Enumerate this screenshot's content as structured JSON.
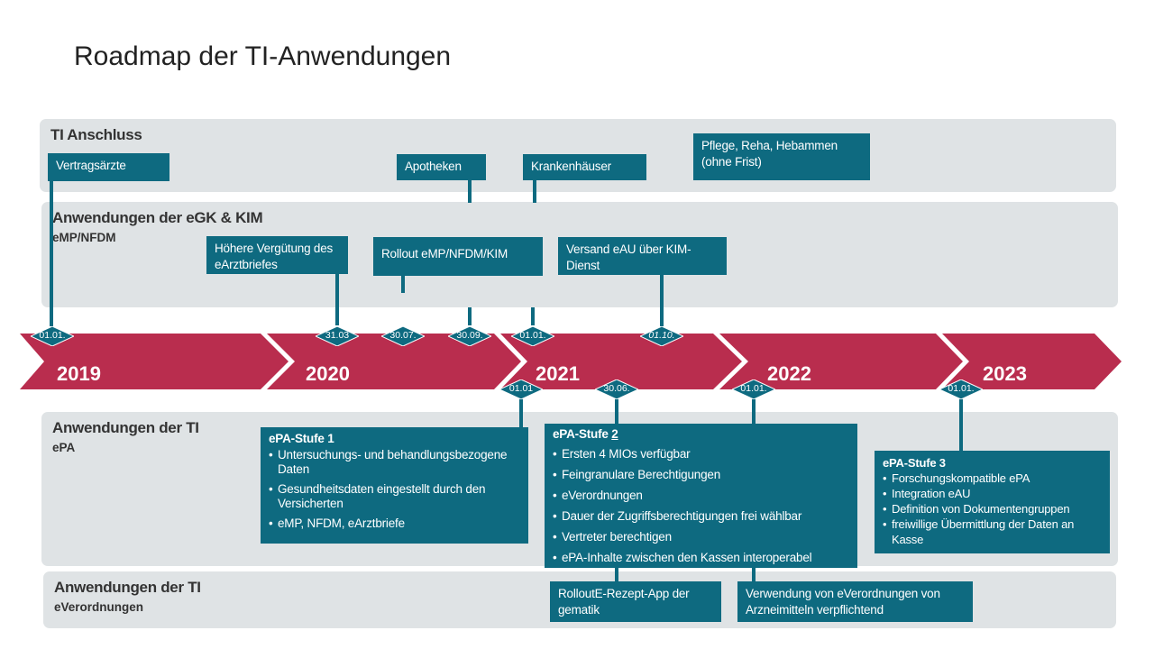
{
  "title": "Roadmap der TI-Anwendungen",
  "colors": {
    "teal": "#0e6a80",
    "crimson": "#b92d4e",
    "panel": "#dfe3e5"
  },
  "lanes": {
    "ti_anschluss": {
      "title": "TI Anschluss",
      "items": [
        "Vertragsärzte",
        "Apotheken",
        "Krankenhäuser",
        "Pflege, Reha, Hebammen (ohne Frist)"
      ]
    },
    "egk_kim": {
      "title": "Anwendungen der eGK & KIM",
      "subtitle": "eMP/NFDM",
      "items": [
        "Höhere Vergütung des eArztbriefes",
        "Rollout eMP/NFDM/KIM",
        "Versand eAU über KIM-Dienst"
      ]
    },
    "ti_epa": {
      "title": "Anwendungen der TI",
      "subtitle": "ePA",
      "stufe1": {
        "title": "ePA-Stufe 1",
        "items": [
          "Untersuchungs- und behandlungsbezogene Daten",
          "Gesundheitsdaten eingestellt durch den Versicherten",
          "eMP, NFDM, eArztbriefe"
        ]
      },
      "stufe2": {
        "title": "ePA-Stufe ",
        "title_num": "2",
        "items": [
          "Ersten 4  MIOs verfügbar",
          "Feingranulare Berechtigungen",
          "eVerordnungen",
          "Dauer der Zugriffsberechtigungen frei wählbar",
          "Vertreter berechtigen",
          "ePA-Inhalte  zwischen den Kassen interoperabel"
        ]
      },
      "stufe3": {
        "title": "ePA-Stufe 3",
        "items": [
          "Forschungskompatible ePA",
          "Integration eAU",
          "Definition von Dokumentengruppen",
          "freiwillige Übermittlung der Daten an Kasse"
        ]
      }
    },
    "ti_ever": {
      "title": "Anwendungen der TI",
      "subtitle": "eVerordnungen",
      "items": [
        "RolloutE-Rezept-App der gematik",
        "Verwendung von eVerordnungen von Arzneimitteln verpflichtend"
      ]
    }
  },
  "years": [
    "2019",
    "2020",
    "2021",
    "2022",
    "2023"
  ],
  "dates_top": [
    "01.01.",
    "31.03",
    "30.07.",
    "30.09.",
    "01.01.",
    "01.10."
  ],
  "dates_bottom": [
    "01.01",
    "30.06.",
    "01.01.",
    "01.01."
  ]
}
